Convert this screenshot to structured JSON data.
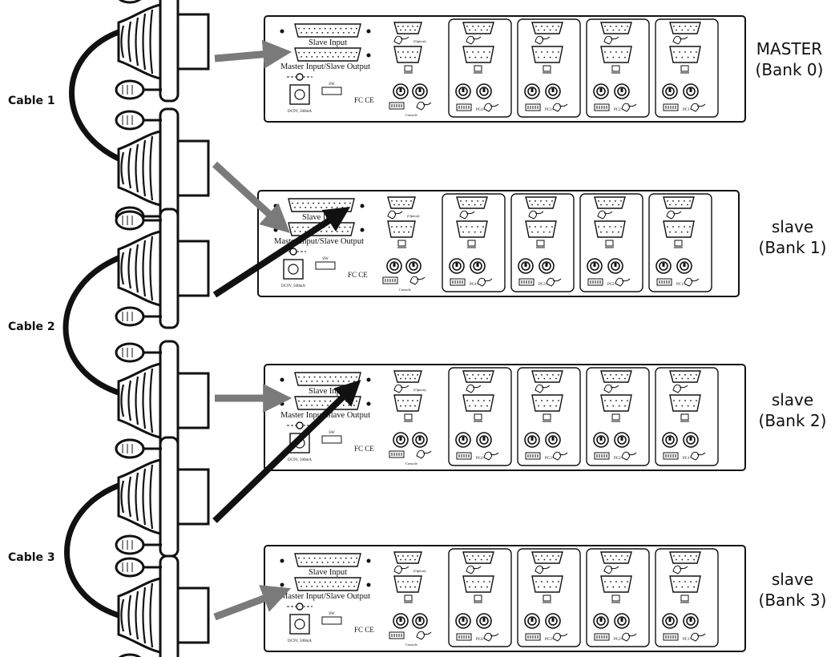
{
  "banks": [
    {
      "role": "MASTER",
      "bank": "(Bank 0)"
    },
    {
      "role": "slave",
      "bank": "(Bank 1)"
    },
    {
      "role": "slave",
      "bank": "(Bank 2)"
    },
    {
      "role": "slave",
      "bank": "(Bank 3)"
    }
  ],
  "cables": [
    "Cable 1",
    "Cable 2",
    "Cable 3"
  ],
  "panel": {
    "slave_input": "Slave Input",
    "master_io": "Master Input/Slave Output",
    "option": "(Option)",
    "console": "Console",
    "dc": "DC9V, 500mA",
    "sw": "SW",
    "fcc": "FC CE",
    "ports": [
      "PC4",
      "PC3",
      "PC2",
      "PC1"
    ]
  },
  "colors": {
    "line": "#111111",
    "gray_arrow": "#7a7a7a",
    "black_arrow": "#111111"
  }
}
